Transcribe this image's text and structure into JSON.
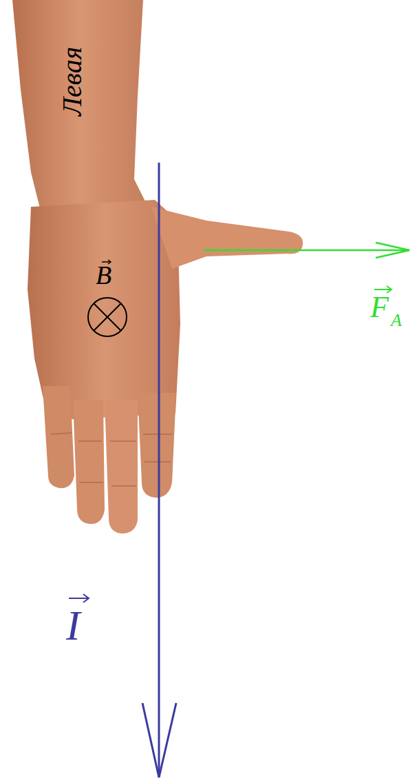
{
  "diagram": {
    "labels": [
      "Левая",
      "B",
      "F",
      "A",
      "I"
    ]
  }
}
